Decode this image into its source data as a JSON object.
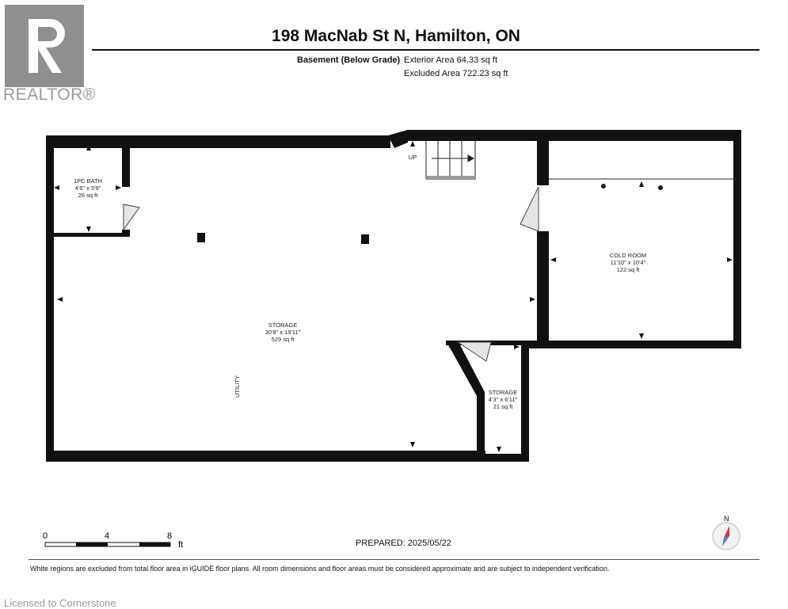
{
  "branding": {
    "logo_text": "REALTOR®"
  },
  "header": {
    "title": "198 MacNab St N, Hamilton, ON",
    "level": "Basement (Below Grade)",
    "exterior_area": "Exterior Area 64.33 sq ft",
    "excluded_area": "Excluded Area 722.23 sq ft"
  },
  "rooms": {
    "bath": {
      "name": "1PC BATH",
      "dims": "4'6\" x 5'9\"",
      "area": "26 sq ft"
    },
    "storage_main": {
      "name": "STORAGE",
      "dims": "30'8\" x 19'11\"",
      "area": "529 sq ft"
    },
    "cold_room": {
      "name": "COLD ROOM",
      "dims": "11'10\" x 10'4\"",
      "area": "122 sq ft"
    },
    "storage_small": {
      "name": "STORAGE",
      "dims": "4'3\" x 6'11\"",
      "area": "21 sq ft"
    },
    "utility_label": "UTILITY",
    "stairs_label": "UP"
  },
  "scale": {
    "ticks": [
      "0",
      "4",
      "8"
    ],
    "unit": "ft"
  },
  "compass": {
    "north_label": "N"
  },
  "footer": {
    "prepared": "PREPARED: 2025/05/22",
    "disclaimer": "White regions are excluded from total floor area in iGUIDE floor plans. All room dimensions and floor areas must be considered approximate and are subject to independent verification.",
    "licensed": "Licensed to Cornerstone"
  }
}
